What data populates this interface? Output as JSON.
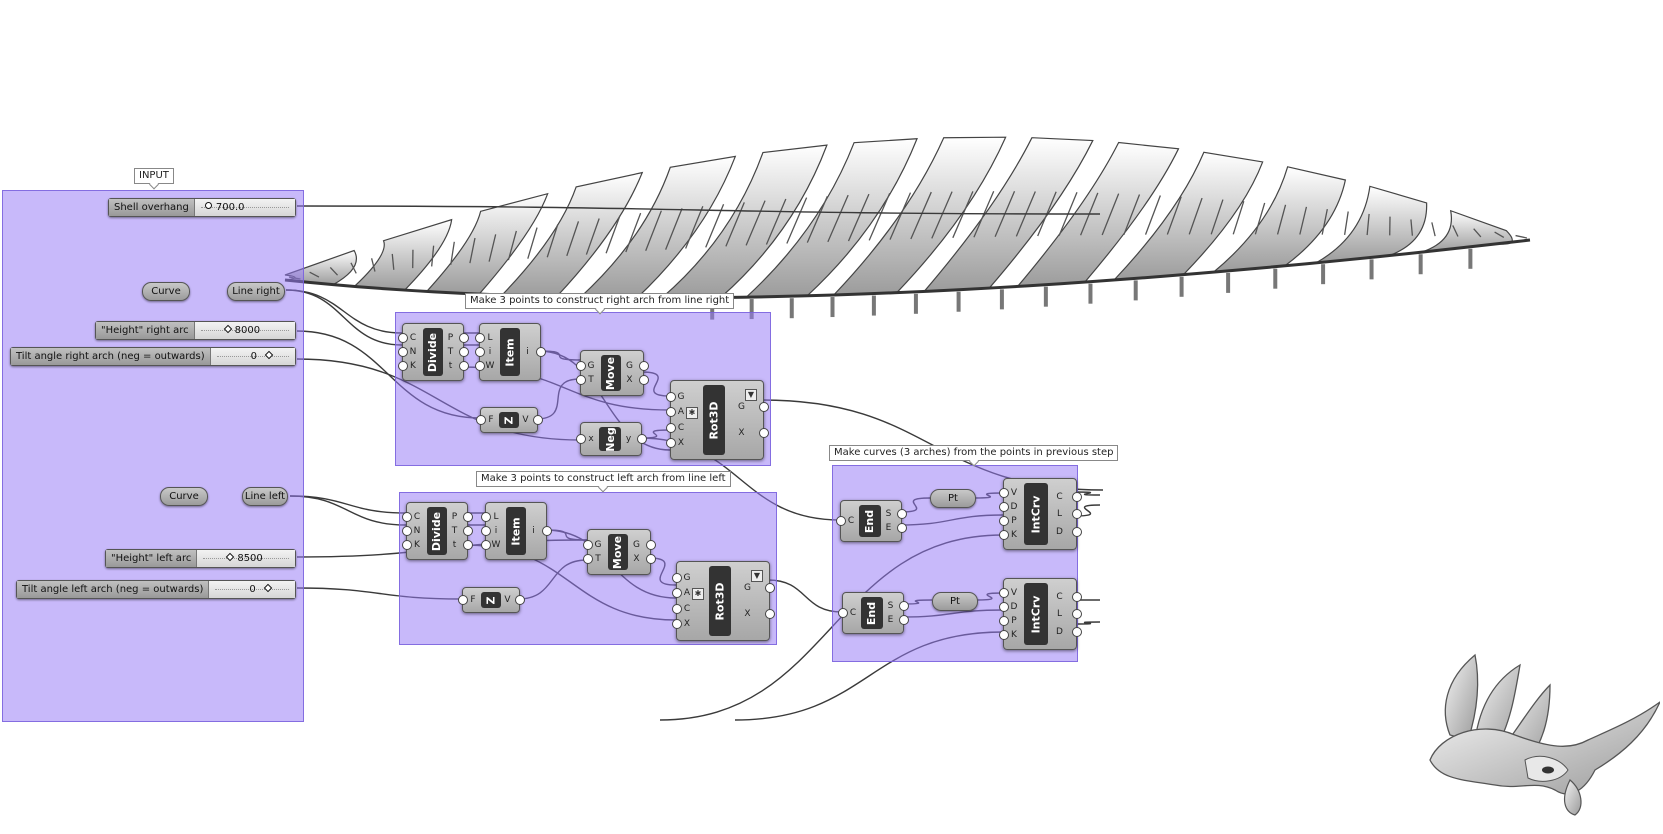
{
  "groups": {
    "input": {
      "label": "INPUT"
    },
    "right_arch": {
      "label": "Make 3 points to construct right arch from line right"
    },
    "left_arch": {
      "label": "Make 3 points to construct left arch from line left"
    },
    "curves": {
      "label": "Make curves (3 arches) from the points in previous step"
    }
  },
  "sliders": {
    "shell_overhang": {
      "label": "Shell overhang",
      "value": "700.0"
    },
    "height_right": {
      "label": "\"Height\" right arc",
      "value": "8000"
    },
    "tilt_right": {
      "label": "Tilt angle right arch (neg = outwards)",
      "value": "0"
    },
    "height_left": {
      "label": "\"Height\" left arc",
      "value": "8500"
    },
    "tilt_left": {
      "label": "Tilt angle left arch (neg = outwards)",
      "value": "0"
    }
  },
  "params": {
    "curve_right": "Curve",
    "line_right": "Line right",
    "curve_left": "Curve",
    "line_left": "Line left",
    "pt_right": "Pt",
    "pt_left": "Pt"
  },
  "components": {
    "divide_r": {
      "name": "Divide",
      "inputs": [
        "C",
        "N",
        "K"
      ],
      "outputs": [
        "P",
        "T",
        "t"
      ]
    },
    "item_r": {
      "name": "Item",
      "inputs": [
        "L",
        "i",
        "W"
      ],
      "outputs": [
        "i"
      ]
    },
    "move_r": {
      "name": "Move",
      "inputs": [
        "G",
        "T"
      ],
      "outputs": [
        "G",
        "X"
      ]
    },
    "z_r": {
      "name": "Z",
      "inputs": [
        "F"
      ],
      "outputs": [
        "V"
      ]
    },
    "neg_r": {
      "name": "Neg",
      "inputs": [
        "x"
      ],
      "outputs": [
        "y"
      ]
    },
    "rot_r": {
      "name": "Rot3D",
      "inputs": [
        "G",
        "A",
        "C",
        "X"
      ],
      "outputs": [
        "G",
        "X"
      ]
    },
    "divide_l": {
      "name": "Divide",
      "inputs": [
        "C",
        "N",
        "K"
      ],
      "outputs": [
        "P",
        "T",
        "t"
      ]
    },
    "item_l": {
      "name": "Item",
      "inputs": [
        "L",
        "i",
        "W"
      ],
      "outputs": [
        "i"
      ]
    },
    "move_l": {
      "name": "Move",
      "inputs": [
        "G",
        "T"
      ],
      "outputs": [
        "G",
        "X"
      ]
    },
    "z_l": {
      "name": "Z",
      "inputs": [
        "F"
      ],
      "outputs": [
        "V"
      ]
    },
    "rot_l": {
      "name": "Rot3D",
      "inputs": [
        "G",
        "A",
        "C",
        "X"
      ],
      "outputs": [
        "G",
        "X"
      ]
    },
    "end_1": {
      "name": "End",
      "inputs": [
        "C"
      ],
      "outputs": [
        "S",
        "E"
      ]
    },
    "end_2": {
      "name": "End",
      "inputs": [
        "C"
      ],
      "outputs": [
        "S",
        "E"
      ]
    },
    "intcrv_1": {
      "name": "IntCrv",
      "inputs": [
        "V",
        "D",
        "P",
        "K"
      ],
      "outputs": [
        "C",
        "L",
        "D"
      ]
    },
    "intcrv_2": {
      "name": "IntCrv",
      "inputs": [
        "V",
        "D",
        "P",
        "K"
      ],
      "outputs": [
        "C",
        "L",
        "D"
      ]
    }
  },
  "icons": {
    "logo": "rhino-logo-icon",
    "flag": "star-flag-icon",
    "preview": "arrow-down-icon"
  }
}
